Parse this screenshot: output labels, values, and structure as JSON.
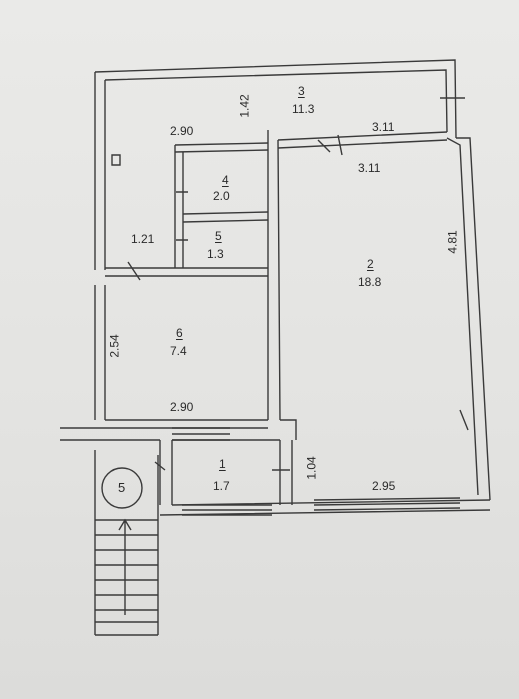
{
  "rooms": [
    {
      "id": "room-3",
      "number": "3",
      "area": "11.3"
    },
    {
      "id": "room-4",
      "number": "4",
      "area": "2.0"
    },
    {
      "id": "room-5",
      "number": "5",
      "area": "1.3"
    },
    {
      "id": "room-2",
      "number": "2",
      "area": "18.8"
    },
    {
      "id": "room-6",
      "number": "6",
      "area": "7.4"
    },
    {
      "id": "room-1",
      "number": "1",
      "area": "1.7"
    }
  ],
  "dimensions": {
    "d_142": "1.42",
    "d_290_top": "2.90",
    "d_311_a": "3.11",
    "d_311_b": "3.11",
    "d_121": "1.21",
    "d_481": "4.81",
    "d_254": "2.54",
    "d_290_bottom": "2.90",
    "d_104": "1.04",
    "d_295": "2.95"
  },
  "stair_label": "5",
  "colors": {
    "line": "#3a3a3a",
    "paper": "#e6e6e4"
  }
}
